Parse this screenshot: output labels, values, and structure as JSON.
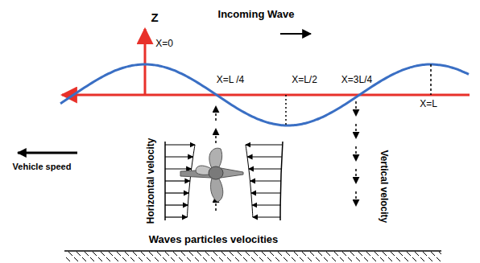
{
  "diagram": {
    "labels": [
      "Z",
      "Incoming Wave",
      "X=0",
      "X=L /4",
      "X=L/2",
      "X=3L/4",
      "X=L",
      "Horizontal velocity",
      "Vertical velocity",
      "Vehicle speed",
      "Waves particles velocities"
    ]
  }
}
